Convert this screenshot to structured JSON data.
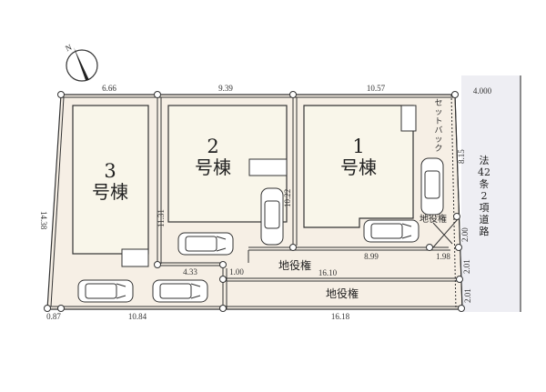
{
  "colors": {
    "lot_fill": "#f6efe5",
    "building_fill": "#f9f6ea",
    "road_fill": "#eeeef3",
    "line": "#333333"
  },
  "compass": {
    "label": "N"
  },
  "buildings": [
    {
      "number": "3",
      "suffix": "号棟"
    },
    {
      "number": "2",
      "suffix": "号棟"
    },
    {
      "number": "1",
      "suffix": "号棟"
    }
  ],
  "dimensions": {
    "top_lot3": "6.66",
    "top_lot2": "9.39",
    "top_lot1": "10.57",
    "road_width": "4.000",
    "left_side": "14.38",
    "lot2_left": "11.31",
    "lot2_right": "10.22",
    "lot1_right": "8.15",
    "lot1_bottom": "8.99",
    "lot1_corner": "1.98",
    "right_2_00": "2.00",
    "right_2_01a": "2.01",
    "right_2_01b": "2.01",
    "lot2_bottom": "4.33",
    "step": "1.00",
    "easement1_len": "16.10",
    "bottom_left": "0.87",
    "bottom_mid": "10.84",
    "bottom_right": "16.18"
  },
  "labels": {
    "easement": "地役権",
    "easement_small": "地役権",
    "setback": [
      "セ",
      "ッ",
      "ト",
      "バ",
      "ッ",
      "ク"
    ],
    "road": [
      "法",
      "42",
      "条",
      "2",
      "項",
      "道",
      "路"
    ]
  }
}
